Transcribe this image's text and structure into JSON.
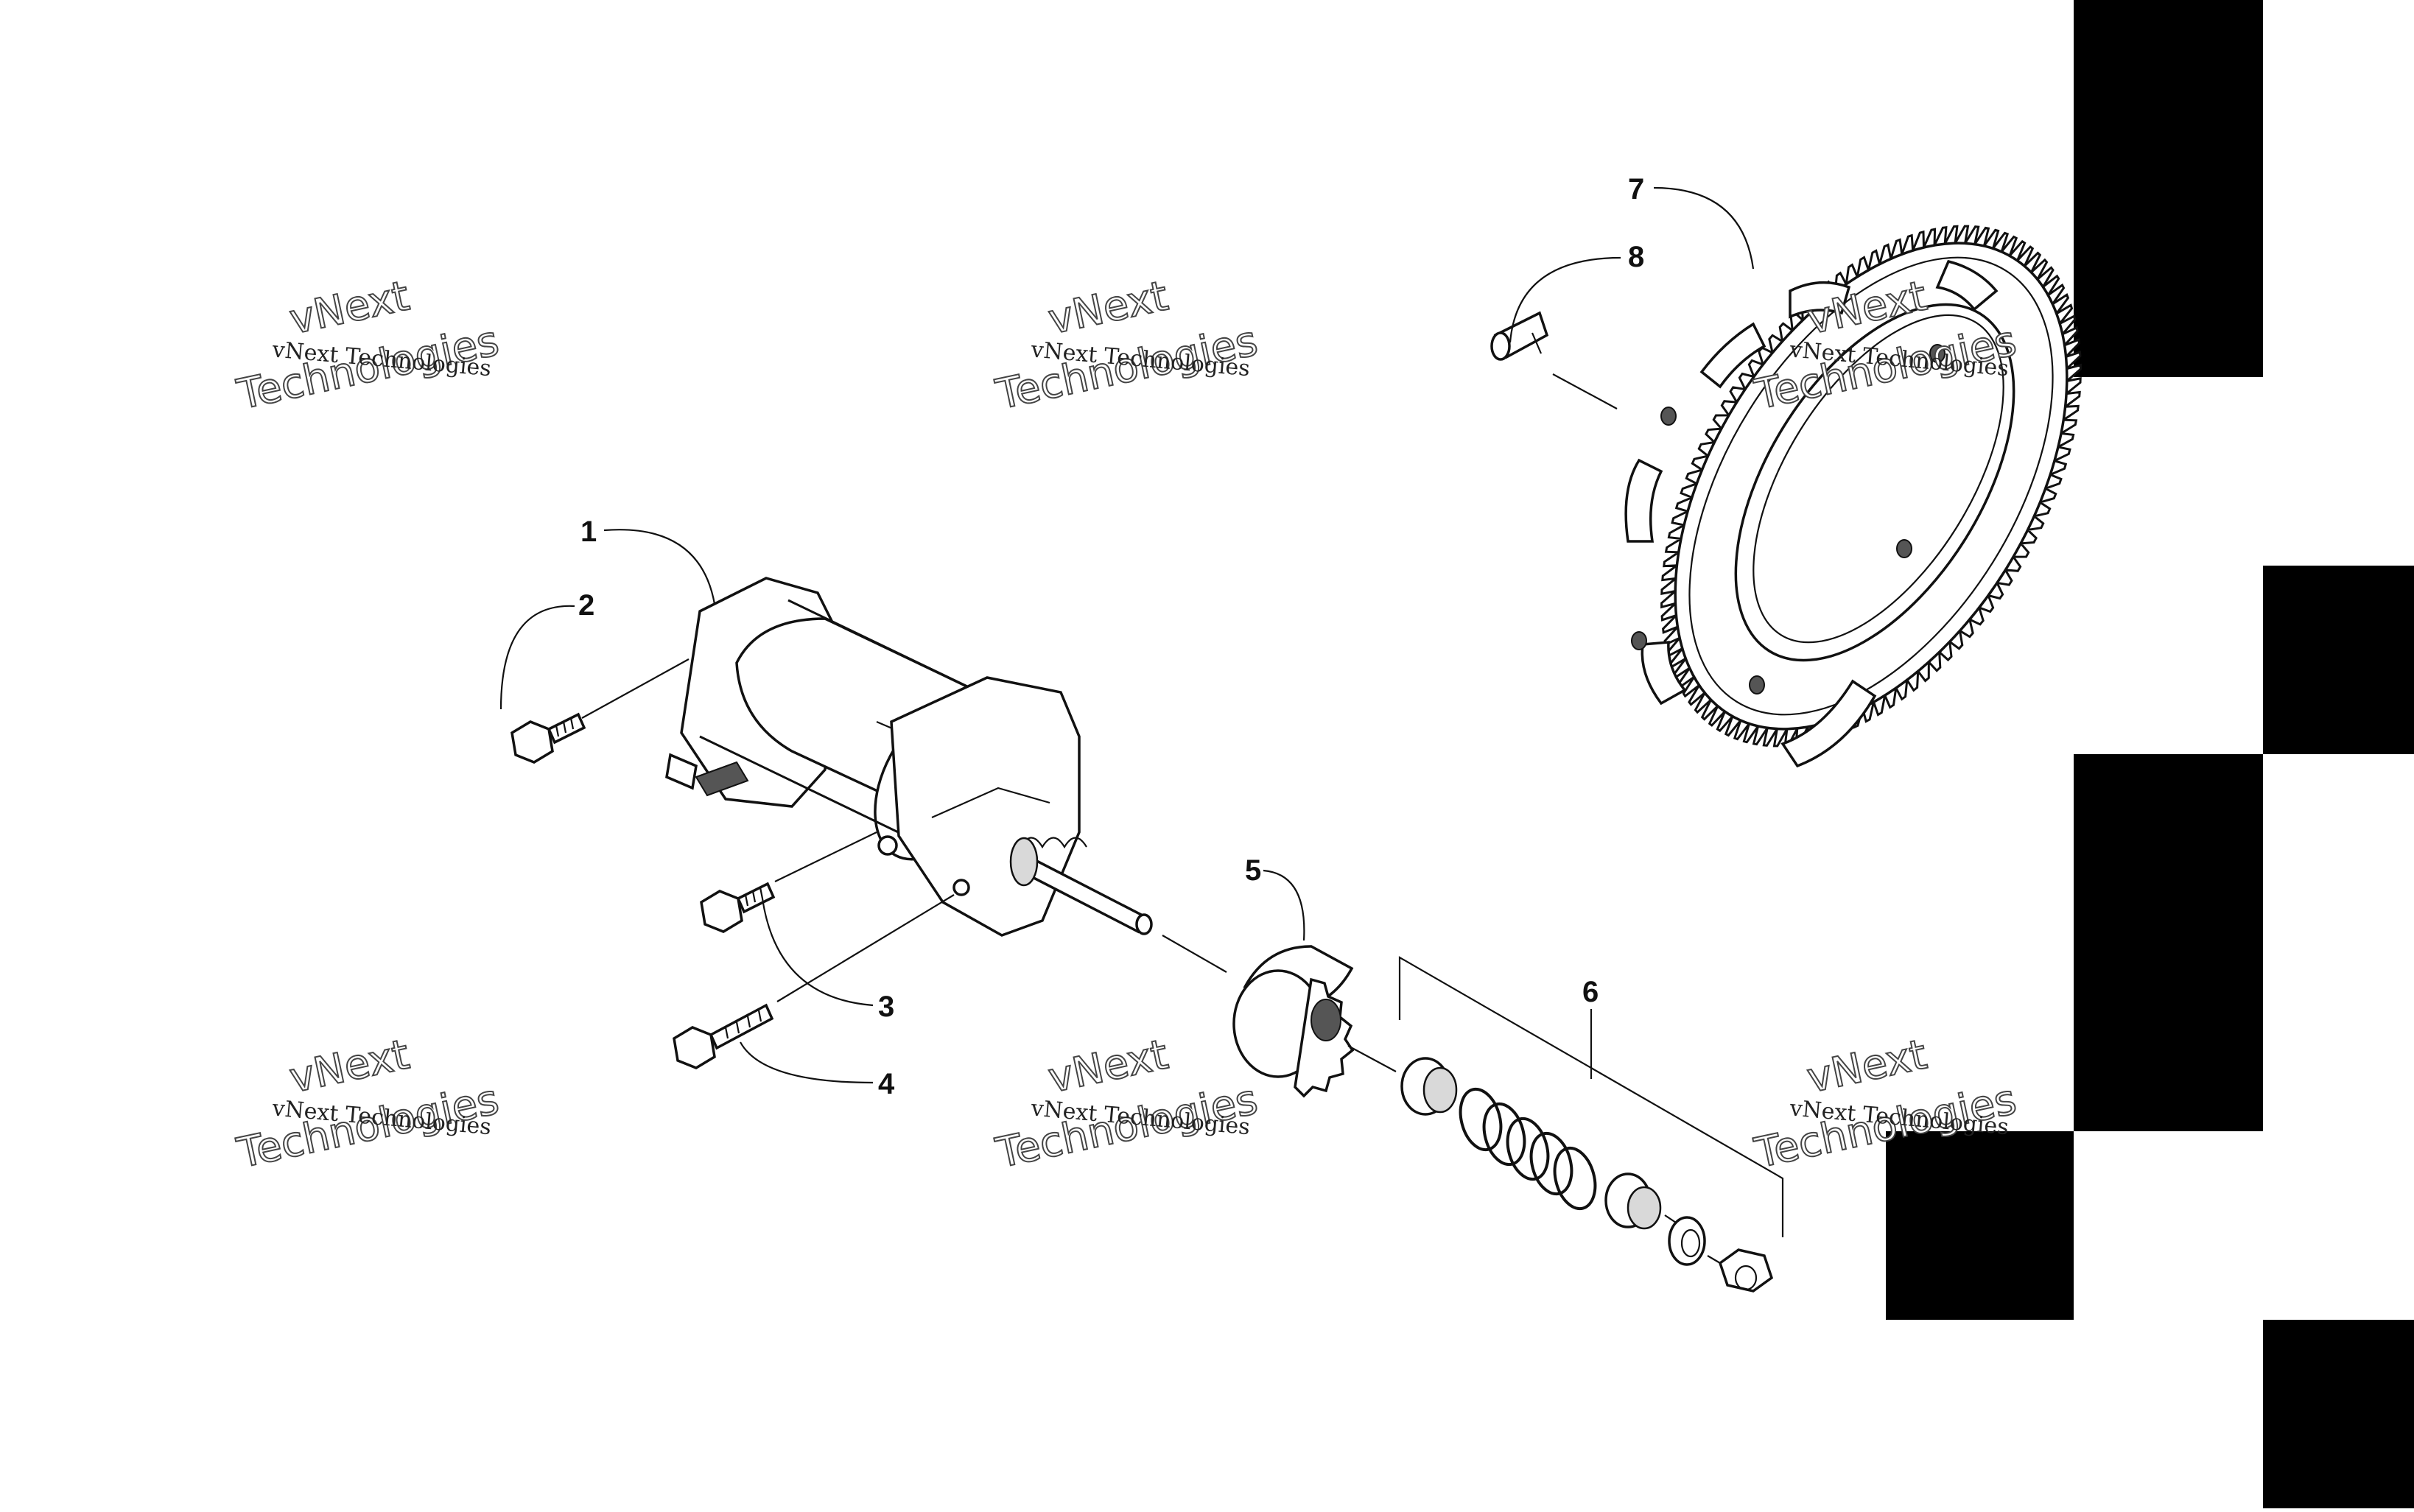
{
  "callouts": {
    "c1": "1",
    "c2": "2",
    "c3": "3",
    "c4": "4",
    "c5": "5",
    "c6": "6",
    "c7": "7",
    "c8": "8"
  },
  "watermark": {
    "line1": "vNext Technologies",
    "line2_top": "vNext",
    "line2_bottom": "Technologies"
  },
  "colors": {
    "background": "#ffffff",
    "ink": "#111111",
    "edge_blocks": "#000000"
  }
}
